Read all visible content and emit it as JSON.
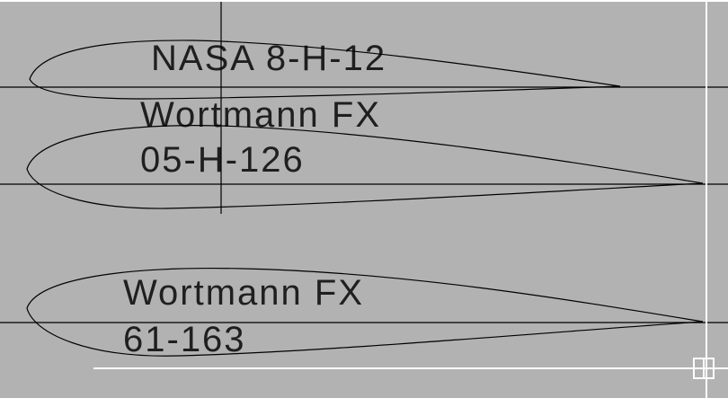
{
  "canvas": {
    "background_color": "#b2b2b2",
    "line_color": "#000000",
    "text_color": "#1f1f1f",
    "cursor_color": "#ffffff"
  },
  "airfoils": [
    {
      "name": "NASA 8-H-12",
      "label_lines": [
        "NASA 8-H-12"
      ]
    },
    {
      "name": "Wortmann FX 05-H-126",
      "label_lines": [
        "Wortmann FX",
        "05-H-126"
      ]
    },
    {
      "name": "Wortmann FX 61-163",
      "label_lines": [
        "Wortmann FX",
        "61-163"
      ]
    }
  ]
}
